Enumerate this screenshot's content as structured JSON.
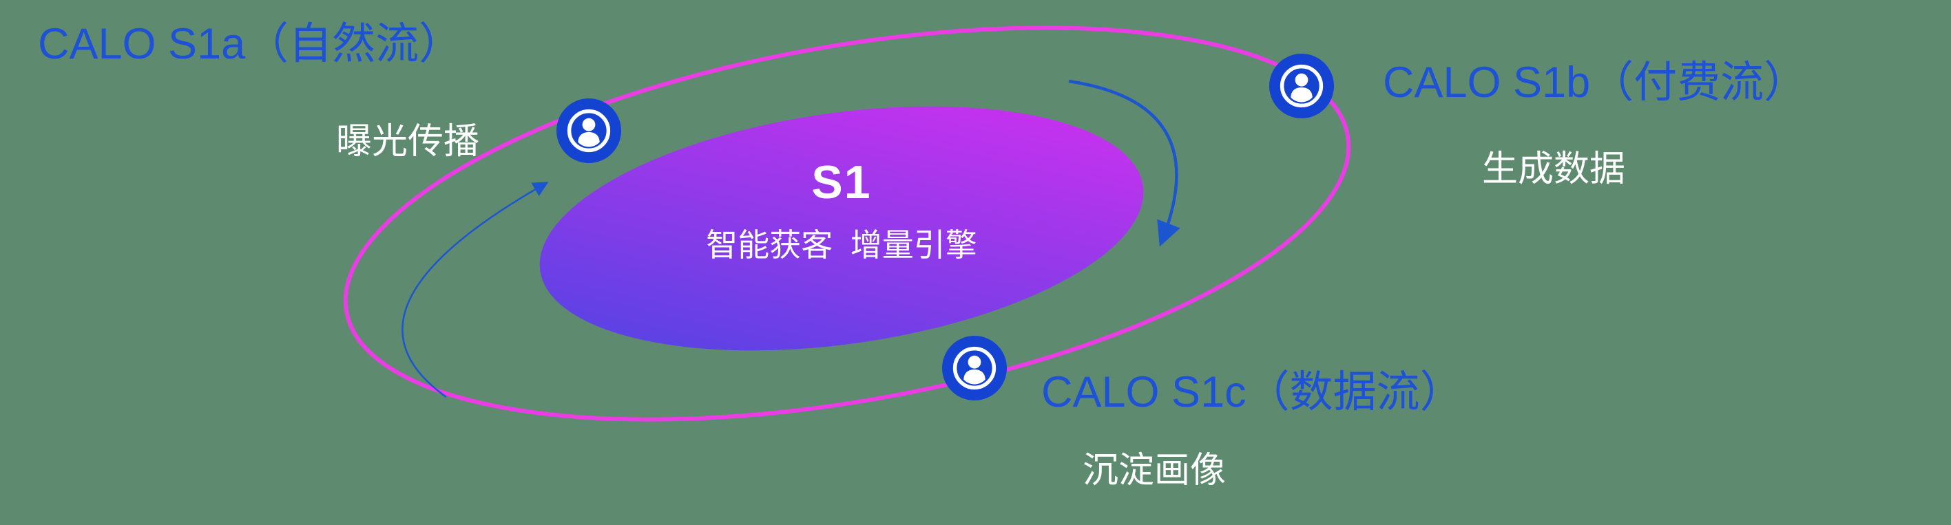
{
  "diagram": {
    "center": {
      "title": "S1",
      "subtitle": "智能获客  增量引擎"
    },
    "nodes": [
      {
        "id": "s1a",
        "label": "CALO S1a（自然流）",
        "sublabel": "曝光传播",
        "icon": "user-icon"
      },
      {
        "id": "s1b",
        "label": "CALO S1b（付费流）",
        "sublabel": "生成数据",
        "icon": "user-icon"
      },
      {
        "id": "s1c",
        "label": "CALO S1c（数据流）",
        "sublabel": "沉淀画像",
        "icon": "user-icon"
      }
    ]
  },
  "colors": {
    "background": "#5e8b70",
    "label-blue": "#1d51d8",
    "text-white": "#ffffff",
    "ring-magenta": "#ec3ce6",
    "node-blue": "#1443d2",
    "arrow-blue": "#1c55d0",
    "core-gradient-start": "#4845e2",
    "core-gradient-end": "#d92ff0"
  }
}
